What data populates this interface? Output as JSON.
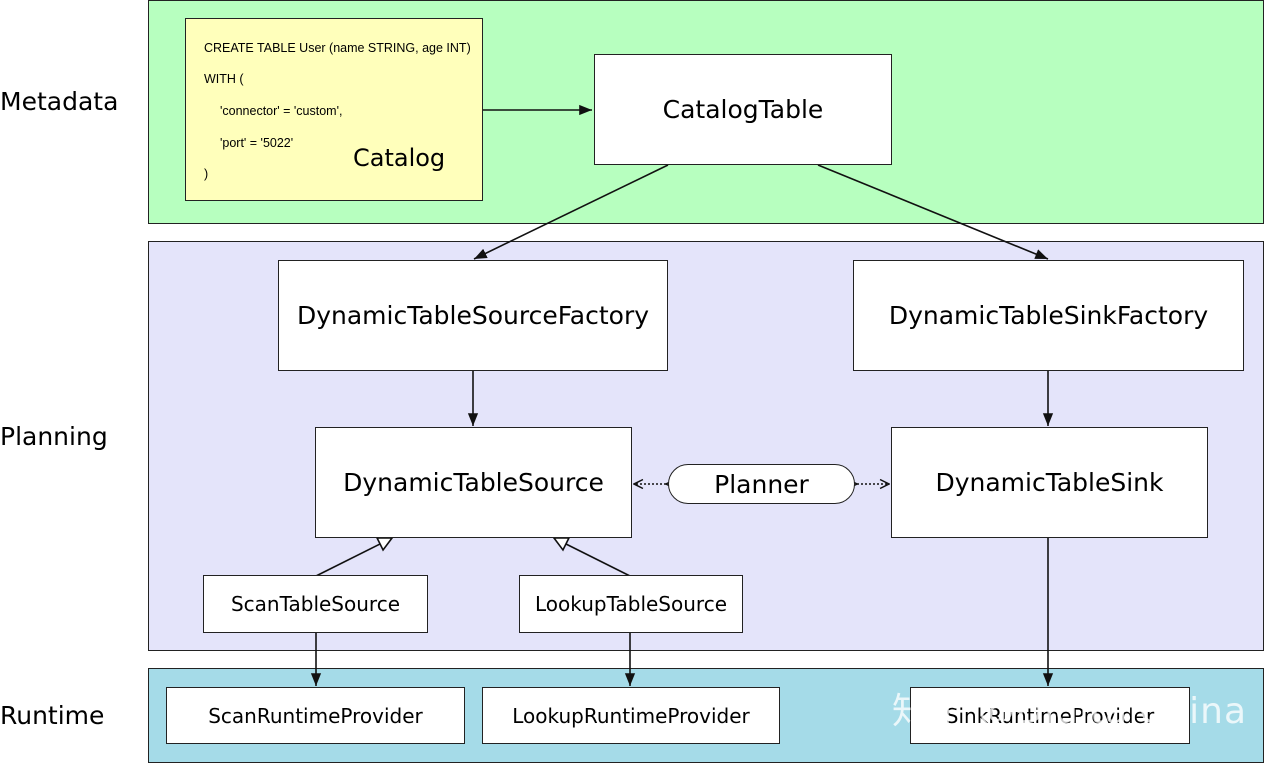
{
  "layers": {
    "metadata": {
      "label": "Metadata",
      "color": "#b7ffbf"
    },
    "planning": {
      "label": "Planning",
      "color": "#e4e4fa"
    },
    "runtime": {
      "label": "Runtime",
      "color": "#a5dbe8"
    }
  },
  "ddl": {
    "lines": [
      "CREATE TABLE User (name STRING, age INT)",
      "WITH (",
      "'connector' = 'custom',",
      "'port' = '5022'",
      ")"
    ],
    "caption": "Catalog",
    "color": "#ffffbb"
  },
  "nodes": {
    "catalog_table": "CatalogTable",
    "source_factory": "DynamicTableSourceFactory",
    "sink_factory": "DynamicTableSinkFactory",
    "table_source": "DynamicTableSource",
    "planner": "Planner",
    "table_sink": "DynamicTableSink",
    "scan_table_source": "ScanTableSource",
    "lookup_table_source": "LookupTableSource",
    "scan_runtime_provider": "ScanRuntimeProvider",
    "lookup_runtime_provider": "LookupRuntimeProvider",
    "sink_runtime_provider": "SinkRuntimeProvider"
  },
  "watermark": "知乎 @DigitalChina"
}
